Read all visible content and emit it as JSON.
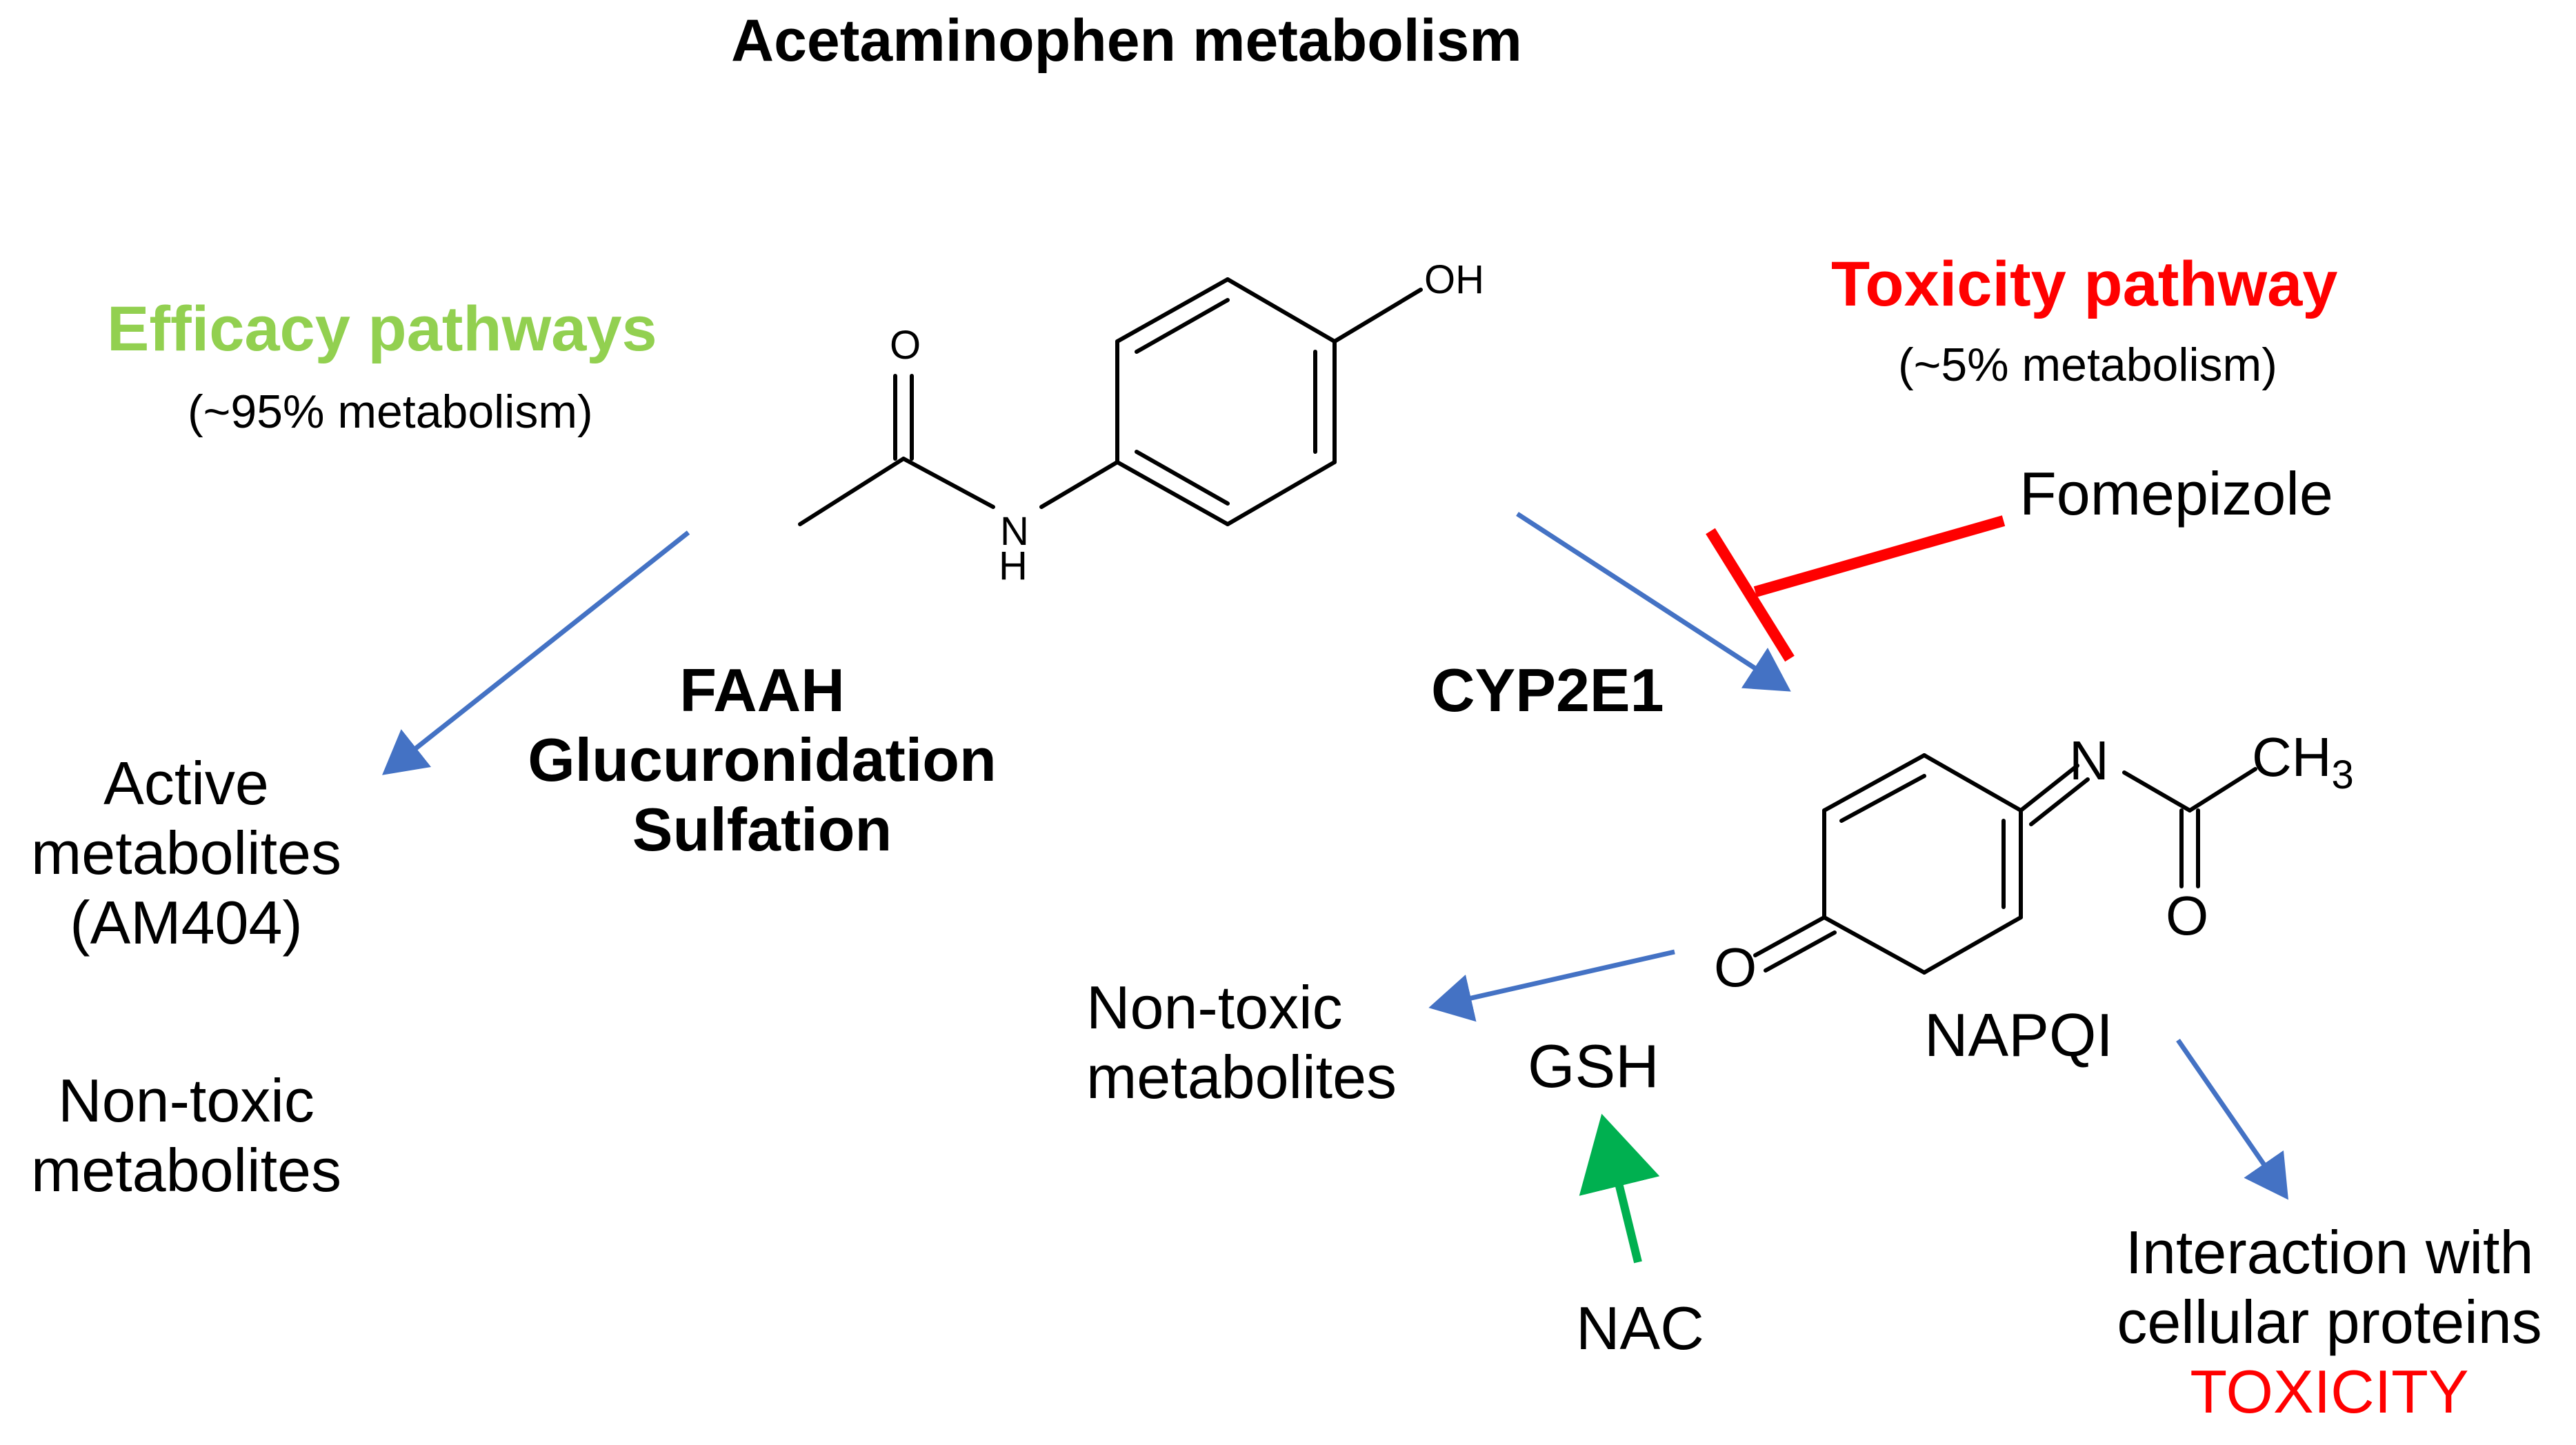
{
  "title": "Acetaminophen metabolism",
  "efficacy": {
    "heading": "Efficacy pathways",
    "percent": "(~95% metabolism)",
    "enzymes": [
      "FAAH",
      "Glucuronidation",
      "Sulfation"
    ],
    "products_1": [
      "Active",
      "metabolites",
      "(AM404)"
    ],
    "products_2": [
      "Non-toxic",
      "metabolites"
    ]
  },
  "toxicity": {
    "heading": "Toxicity pathway",
    "percent": "(~5% metabolism)",
    "enzyme": "CYP2E1",
    "inhibitor": "Fomepizole",
    "intermediate": "NAPQI",
    "detox_products": [
      "Non-toxic",
      "metabolites"
    ],
    "conjugate": "GSH",
    "antidote": "NAC",
    "outcome": [
      "Interaction with",
      "cellular proteins"
    ],
    "outcome_label": "TOXICITY"
  },
  "molecule_labels": {
    "oh": "OH",
    "o1": "O",
    "n1": "N",
    "h1": "H",
    "n2": "N",
    "ch3": "CH",
    "ch3_sub": "3",
    "o2": "O",
    "o3": "O"
  },
  "colors": {
    "efficacy_green": "#92D050",
    "toxicity_red": "#FF0000",
    "arrow_blue": "#4472C4",
    "antidote_green": "#00B050",
    "bond": "#000000"
  }
}
